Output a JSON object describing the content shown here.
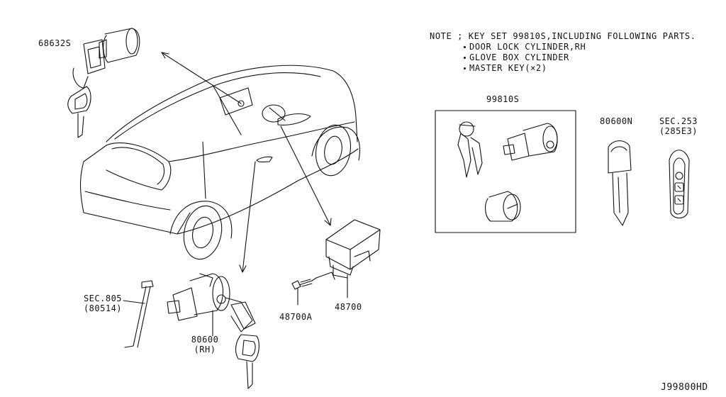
{
  "note": {
    "line1": "NOTE ; KEY SET 99810S,INCLUDING FOLLOWING PARTS.",
    "items": [
      "DOOR LOCK CYLINDER,RH",
      "GLOVE BOX CYLINDER",
      "MASTER KEY(×2)"
    ]
  },
  "labels": {
    "p68632s": "68632S",
    "p99810s": "99810S",
    "p80600n": "80600N",
    "sec253_a": "SEC.253",
    "sec253_b": "(285E3)",
    "sec805_a": "SEC.805",
    "sec805_b": "(80514)",
    "p80600_a": "80600",
    "p80600_b": "(RH)",
    "p48700a": "48700A",
    "p48700": "48700",
    "code": "J99800HD"
  }
}
